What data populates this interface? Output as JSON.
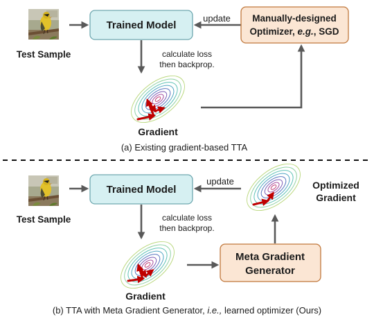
{
  "top": {
    "test_sample_label": "Test Sample",
    "trained_model_label": "Trained Model",
    "update_label": "update",
    "optimizer_label_line1": "Manually-designed",
    "optimizer_label_line2_prefix": "Optimizer, ",
    "optimizer_label_line2_eg": "e.g.",
    "optimizer_label_line2_suffix": ", SGD",
    "calc_loss_line1": "calculate loss",
    "calc_loss_line2": "then backprop.",
    "gradient_label": "Gradient",
    "caption": "(a) Existing gradient-based TTA"
  },
  "bottom": {
    "test_sample_label": "Test Sample",
    "trained_model_label": "Trained Model",
    "update_label": "update",
    "optimized_gradient_line1": "Optimized",
    "optimized_gradient_line2": "Gradient",
    "calc_loss_line1": "calculate loss",
    "calc_loss_line2": "then backprop.",
    "gradient_label": "Gradient",
    "mgg_line1": "Meta Gradient",
    "mgg_line2": "Generator",
    "caption_prefix": "(b) TTA with Meta Gradient Generator, ",
    "caption_ie": "i.e.,",
    "caption_suffix": " learned optimizer (Ours)"
  },
  "colors": {
    "model_box_fill": "#d6f0f2",
    "model_box_stroke": "#6fa8b0",
    "optimizer_box_fill": "#fbe6d4",
    "optimizer_box_stroke": "#c0773b",
    "arrow": "#595959",
    "gradient_arrow": "#c00000"
  },
  "icons": {
    "test_sample": "bird-photo-icon",
    "gradient": "contour-plot-icon"
  }
}
